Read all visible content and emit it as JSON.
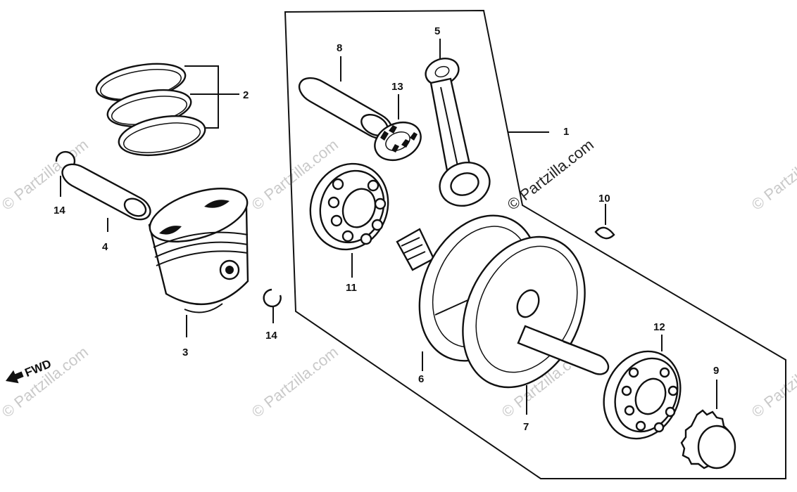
{
  "diagram": {
    "callouts": {
      "c1": "1",
      "c2": "2",
      "c3": "3",
      "c4": "4",
      "c5": "5",
      "c6": "6",
      "c7": "7",
      "c8": "8",
      "c9": "9",
      "c10": "10",
      "c11": "11",
      "c12": "12",
      "c13": "13",
      "c14a": "14",
      "c14b": "14"
    },
    "direction_label": "FWD",
    "watermark": "© Partzilla.com"
  },
  "colors": {
    "ink": "#111111",
    "watermark": "#c9c9c9",
    "background": "#ffffff"
  }
}
